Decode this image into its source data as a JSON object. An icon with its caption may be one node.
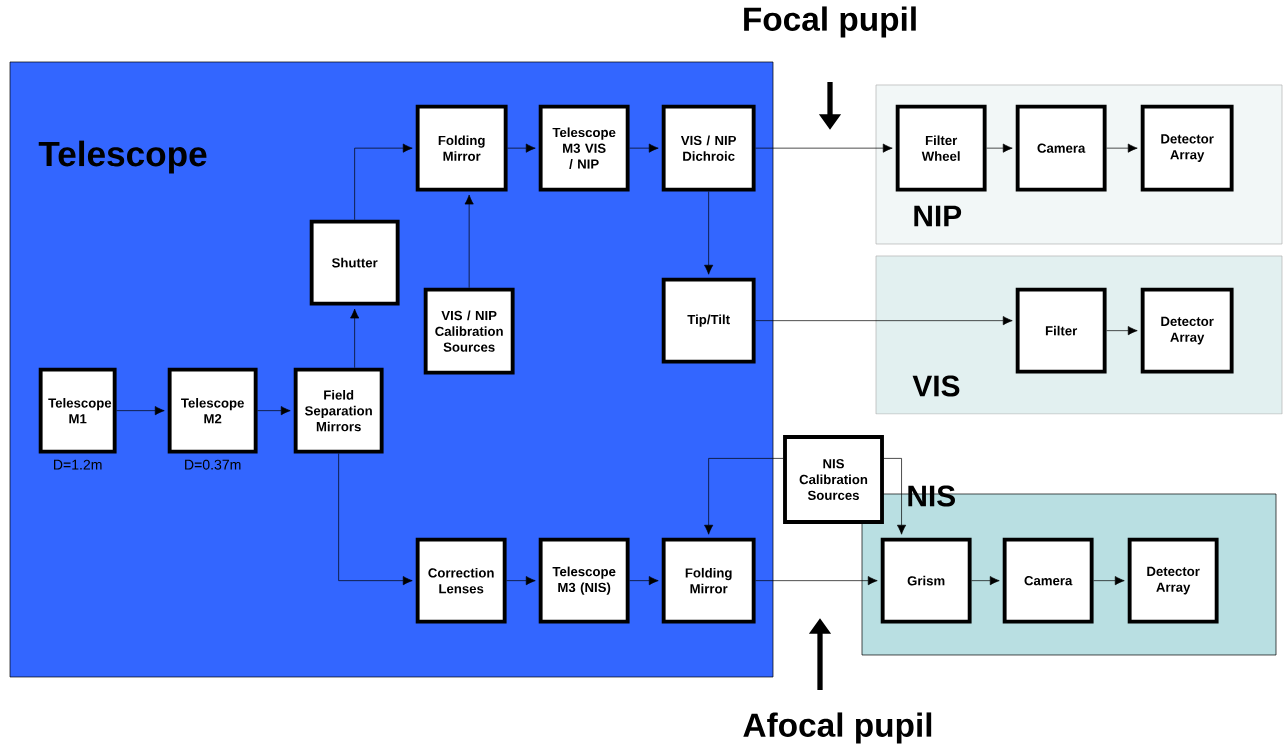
{
  "diagram": {
    "nodes": [
      {
        "text": [
          "Telescope"
        ]
      },
      {
        "text": [
          "NIP"
        ]
      },
      {
        "text": [
          "VIS"
        ]
      },
      {
        "text": [
          "NIS"
        ]
      },
      {
        "text": [
          "Telescope M1"
        ],
        "beside": [
          "D=1.2m"
        ],
        "in": 0
      },
      {
        "text": [
          "Telescope M2"
        ],
        "beside": [
          "D=0.37m"
        ],
        "in": 0
      },
      {
        "text": [
          "Field Separation Mirrors"
        ],
        "in": 0
      },
      {
        "text": [
          "Shutter"
        ],
        "in": 0
      },
      {
        "text": [
          "Folding Mirror"
        ],
        "in": 0
      },
      {
        "text": [
          "Telescope M3 VIS / NIP"
        ],
        "in": 0
      },
      {
        "text": [
          "VIS / NIP Dichroic"
        ],
        "in": 0
      },
      {
        "text": [
          "VIS / NIP Calibration Sources"
        ],
        "in": 0
      },
      {
        "text": [
          "Tip/Tilt"
        ],
        "in": 0
      },
      {
        "text": [
          "Correction Lenses"
        ],
        "in": 0
      },
      {
        "text": [
          "Telescope M3 (NIS)"
        ],
        "in": 0
      },
      {
        "text": [
          "Folding Mirror"
        ],
        "in": 0
      },
      {
        "text": [
          "NIS Calibration Sources"
        ]
      },
      {
        "text": [
          "Filter Wheel"
        ],
        "in": 1
      },
      {
        "text": [
          "Camera"
        ],
        "in": 1
      },
      {
        "text": [
          "Detector Array"
        ],
        "in": 1
      },
      {
        "text": [
          "Filter"
        ],
        "in": 2
      },
      {
        "text": [
          "Detector Array"
        ],
        "in": 2
      },
      {
        "text": [
          "Grism"
        ],
        "in": 3
      },
      {
        "text": [
          "Camera"
        ],
        "in": 3
      },
      {
        "text": [
          "Detector Array"
        ],
        "in": 3
      }
    ],
    "edges": [
      {
        "from": 4,
        "to": 5,
        "arrow": "to"
      },
      {
        "from": 5,
        "to": 6,
        "arrow": "to"
      },
      {
        "from": 6,
        "to": 7,
        "arrow": "to"
      },
      {
        "from": 7,
        "to": 8,
        "arrow": "to"
      },
      {
        "from": 8,
        "to": 9,
        "arrow": "to"
      },
      {
        "from": 9,
        "to": 10,
        "arrow": "to"
      },
      {
        "from": 11,
        "to": 8,
        "arrow": "to"
      },
      {
        "from": 10,
        "to": 12,
        "arrow": "to"
      },
      {
        "from": 10,
        "to": 17,
        "arrow": "to"
      },
      {
        "from": 17,
        "to": 18,
        "arrow": "to"
      },
      {
        "from": 18,
        "to": 19,
        "arrow": "to"
      },
      {
        "from": 12,
        "to": 20,
        "arrow": "to"
      },
      {
        "from": 20,
        "to": 21,
        "arrow": "to"
      },
      {
        "from": 6,
        "to": 13,
        "arrow": "to"
      },
      {
        "from": 13,
        "to": 14,
        "arrow": "to"
      },
      {
        "from": 14,
        "to": 15,
        "arrow": "to"
      },
      {
        "from": 15,
        "to": 22,
        "arrow": "to"
      },
      {
        "from": 22,
        "to": 23,
        "arrow": "to"
      },
      {
        "from": 23,
        "to": 24,
        "arrow": "to"
      },
      {
        "from": 16,
        "to": 15,
        "arrow": "to"
      },
      {
        "from": 16,
        "to": 22,
        "arrow": "to"
      }
    ],
    "labels": [
      "Focal pupil",
      "Afocal pupil"
    ]
  }
}
